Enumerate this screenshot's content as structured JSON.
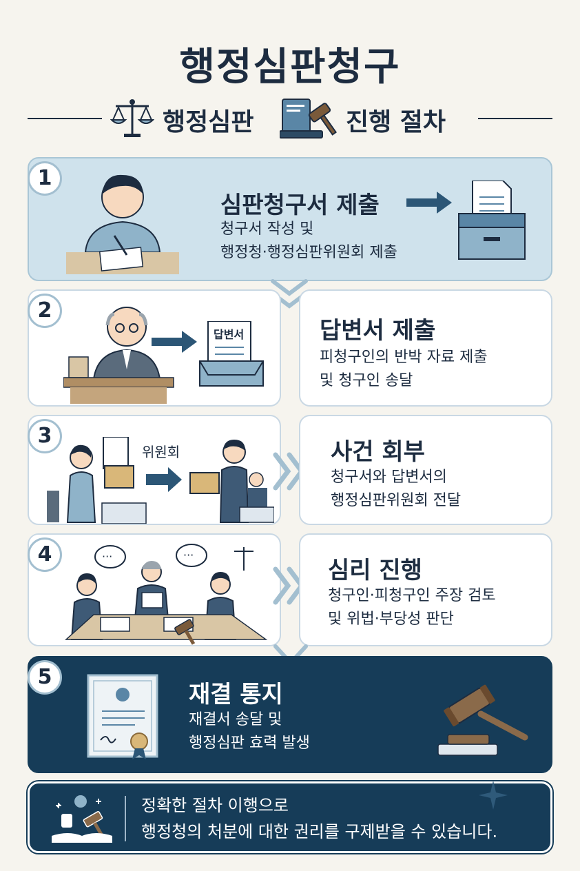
{
  "title": "행정심판청구",
  "subtitle": {
    "part1": "행정심판",
    "part2": "진행 절차"
  },
  "steps": [
    {
      "number": "1",
      "heading": "심판청구서 제출",
      "lines": [
        "청구서 작성 및",
        "행정청·행정심판위원회 제출"
      ]
    },
    {
      "number": "2",
      "heading": "답변서 제출",
      "lines": [
        "피청구인의 반박 자료 제출",
        "및 청구인 송달"
      ],
      "tray_label": "답변서"
    },
    {
      "number": "3",
      "heading": "사건 회부",
      "lines": [
        "청구서와 답변서의",
        "행정심판위원회 전달"
      ],
      "label": "위원회"
    },
    {
      "number": "4",
      "heading": "심리 진행",
      "lines": [
        "청구인·피청구인 주장 검토",
        "및 위법·부당성 판단"
      ]
    },
    {
      "number": "5",
      "heading": "재결 통지",
      "lines": [
        "재결서 송달 및",
        "행정심판 효력 발생"
      ]
    }
  ],
  "footer": {
    "line1": "정확한 절차 이행으로",
    "line2": "행정청의 처분에 대한 권리를 구제받을 수 있습니다."
  },
  "colors": {
    "navy": "#163c58",
    "light_blue": "#cfe2ec",
    "border": "#c9d8e4",
    "background": "#f6f4ee"
  }
}
